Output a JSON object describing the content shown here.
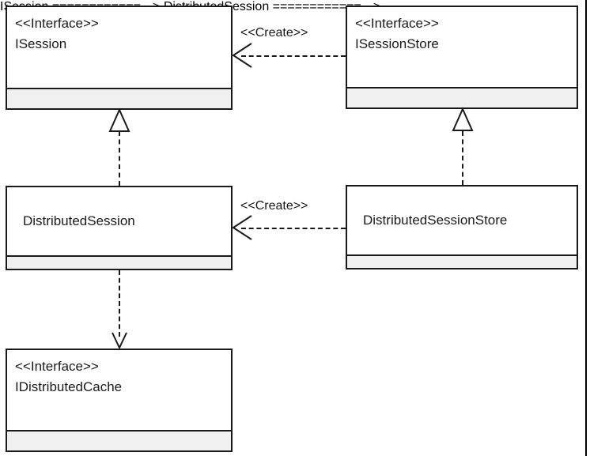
{
  "diagram": {
    "type": "uml-class-diagram",
    "title": "",
    "stereotype_interface": "<<Interface>>",
    "classes": [
      {
        "id": "isession",
        "stereotype": "<<Interface>>",
        "name": "ISession",
        "has_stereotype": true,
        "members": []
      },
      {
        "id": "isessionstore",
        "stereotype": "<<Interface>>",
        "name": "ISessionStore",
        "has_stereotype": true,
        "members": []
      },
      {
        "id": "distributedsession",
        "stereotype": "",
        "name": "DistributedSession",
        "has_stereotype": false,
        "members": []
      },
      {
        "id": "distributedsessionstore",
        "stereotype": "",
        "name": "DistributedSessionStore",
        "has_stereotype": false,
        "members": []
      },
      {
        "id": "idistributedcache",
        "stereotype": "<<Interface>>",
        "name": "IDistributedCache",
        "has_stereotype": true,
        "members": []
      }
    ],
    "relationships": [
      {
        "id": "rel-create-top",
        "kind": "dependency",
        "label": "<<Create>>",
        "from": "isessionstore",
        "to": "isession"
      },
      {
        "id": "rel-create-middle",
        "kind": "dependency",
        "label": "<<Create>>",
        "from": "distributedsessionstore",
        "to": "distributedsession"
      },
      {
        "id": "rel-realize-session",
        "kind": "realization",
        "label": "",
        "from": "distributedsession",
        "to": "isession"
      },
      {
        "id": "rel-realize-sessionstore",
        "kind": "realization",
        "label": "",
        "from": "distributedsessionstore",
        "to": "isessionstore"
      },
      {
        "id": "rel-uses-cache",
        "kind": "dependency",
        "label": "",
        "from": "distributedsession",
        "to": "idistributedcache"
      }
    ],
    "colors": {
      "line": "#1a1a1a",
      "box_fill": "#ffffff",
      "compartment_fill": "#f0f0f0",
      "text": "#1a1a1a",
      "page_border": "#000000"
    }
  }
}
